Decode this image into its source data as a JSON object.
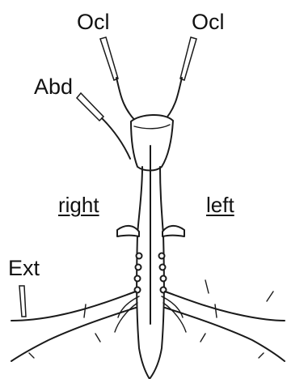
{
  "labels": {
    "ocl_left": "Ocl",
    "ocl_right": "Ocl",
    "abd": "Abd",
    "right_side": "right",
    "left_side": "left",
    "ext": "Ext"
  },
  "colors": {
    "ink": "#1a1a1a",
    "background": "#ffffff"
  }
}
